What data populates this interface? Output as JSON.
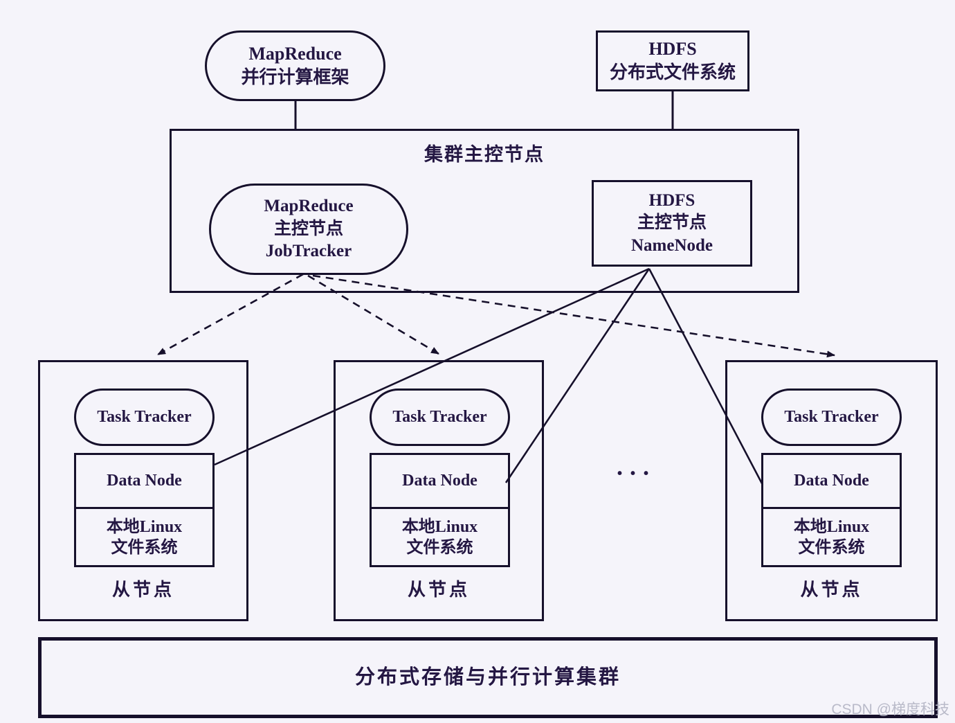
{
  "colors": {
    "background": "#f5f4fa",
    "line": "#16102b",
    "text": "#241743",
    "watermark": "#b9bac9"
  },
  "top_nodes": {
    "mapreduce_framework": {
      "line1": "MapReduce",
      "line2": "并行计算框架"
    },
    "hdfs_system": {
      "line1": "HDFS",
      "line2": "分布式文件系统"
    }
  },
  "master_cluster": {
    "title": "集群主控节点",
    "jobtracker": {
      "line1": "MapReduce",
      "line2": "主控节点",
      "line3": "JobTracker"
    },
    "namenode": {
      "line1": "HDFS",
      "line2": "主控节点",
      "line3": "NameNode"
    }
  },
  "slave_node": {
    "task_tracker": "Task Tracker",
    "data_node": "Data Node",
    "local_fs_line1": "本地Linux",
    "local_fs_line2": "文件系统",
    "label": "从节点"
  },
  "ellipsis": "···",
  "bottom_bar": {
    "label": "分布式存储与并行计算集群"
  },
  "watermark": "CSDN @梯度科技"
}
